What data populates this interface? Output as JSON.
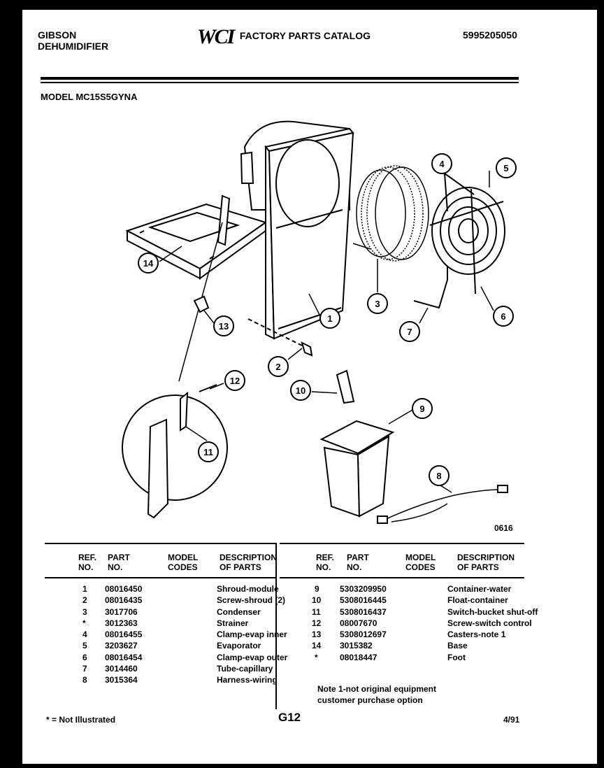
{
  "header": {
    "brand": "GIBSON",
    "product": "DEHUMIDIFIER",
    "logo": "WCI",
    "catalog_title": "FACTORY PARTS CATALOG",
    "catalog_number": "5995205050"
  },
  "model_line": "MODEL MC15S5GYNA",
  "figure_code": "0616",
  "callouts": [
    "1",
    "2",
    "3",
    "4",
    "5",
    "6",
    "7",
    "8",
    "9",
    "10",
    "11",
    "12",
    "13",
    "14"
  ],
  "table": {
    "headers": {
      "ref": [
        "REF.",
        "NO."
      ],
      "part": [
        "PART",
        "NO."
      ],
      "model": [
        "MODEL",
        "CODES"
      ],
      "desc": [
        "DESCRIPTION",
        "OF PARTS"
      ]
    },
    "left_rows": [
      {
        "ref": "1",
        "part": "08016450",
        "desc": "Shroud-module"
      },
      {
        "ref": "2",
        "part": "08016435",
        "desc": "Screw-shroud (2)"
      },
      {
        "ref": "3",
        "part": "3017706",
        "desc": "Condenser"
      },
      {
        "ref": "*",
        "part": "3012363",
        "desc": "Strainer"
      },
      {
        "ref": "4",
        "part": "08016455",
        "desc": "Clamp-evap inner"
      },
      {
        "ref": "5",
        "part": "3203627",
        "desc": "Evaporator"
      },
      {
        "ref": "6",
        "part": "08016454",
        "desc": "Clamp-evap outer"
      },
      {
        "ref": "7",
        "part": "3014460",
        "desc": "Tube-capillary"
      },
      {
        "ref": "8",
        "part": "3015364",
        "desc": "Harness-wiring"
      }
    ],
    "right_rows": [
      {
        "ref": "9",
        "part": "5303209950",
        "desc": "Container-water"
      },
      {
        "ref": "10",
        "part": "5308016445",
        "desc": "Float-container"
      },
      {
        "ref": "11",
        "part": "5308016437",
        "desc": "Switch-bucket shut-off"
      },
      {
        "ref": "12",
        "part": "08007670",
        "desc": "Screw-switch control"
      },
      {
        "ref": "13",
        "part": "5308012697",
        "desc": "Casters-note 1"
      },
      {
        "ref": "14",
        "part": "3015382",
        "desc": "Base"
      },
      {
        "ref": "*",
        "part": "08018447",
        "desc": "Foot"
      }
    ],
    "note_line1": "Note 1-not original equipment",
    "note_line2": "customer purchase option"
  },
  "footer": {
    "legend": "* = Not Illustrated",
    "page": "G12",
    "date": "4/91"
  }
}
